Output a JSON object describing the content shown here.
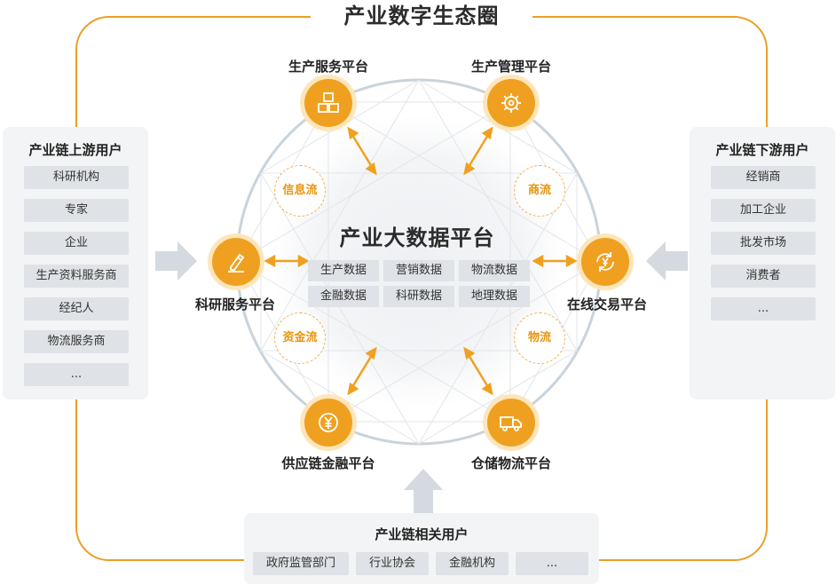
{
  "title": "产业数字生态圈",
  "center": {
    "title": "产业大数据平台",
    "data_items": [
      "生产数据",
      "营销数据",
      "物流数据",
      "金融数据",
      "科研数据",
      "地理数据"
    ]
  },
  "platforms": {
    "production_service": "生产服务平台",
    "production_management": "生产管理平台",
    "research_service": "科研服务平台",
    "online_trading": "在线交易平台",
    "supply_chain_finance": "供应链金融平台",
    "warehouse_logistics": "仓储物流平台"
  },
  "flows": {
    "information": "信息流",
    "business": "商流",
    "capital": "资金流",
    "logistics": "物流"
  },
  "upstream": {
    "title": "产业链上游用户",
    "items": [
      "科研机构",
      "专家",
      "企业",
      "生产资料服务商",
      "经纪人",
      "物流服务商",
      "..."
    ]
  },
  "downstream": {
    "title": "产业链下游用户",
    "items": [
      "经销商",
      "加工企业",
      "批发市场",
      "消费者",
      "..."
    ]
  },
  "related": {
    "title": "产业链相关用户",
    "items": [
      "政府监管部门",
      "行业协会",
      "金融机构",
      "..."
    ]
  },
  "colors": {
    "accent": "#f0a020",
    "accent_light": "#fde6bc",
    "ring": "#c9d3db",
    "panel": "#f3f4f5",
    "tag": "#dfe2e6"
  }
}
